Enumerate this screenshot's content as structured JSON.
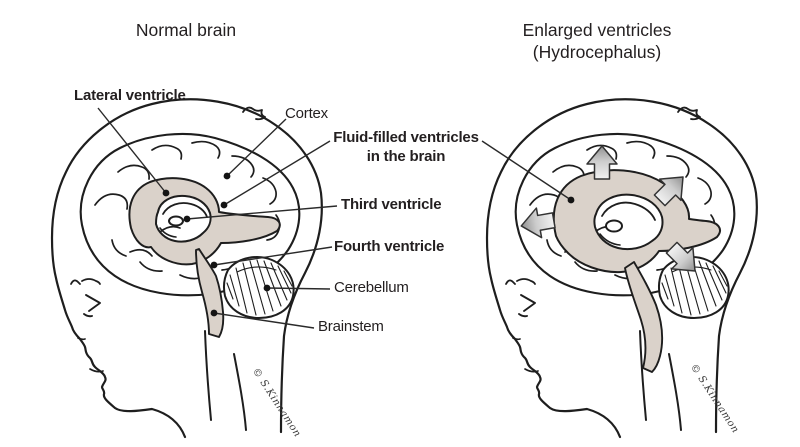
{
  "figure": {
    "type": "medical-illustration",
    "subject": "Normal brain vs enlarged ventricles (hydrocephalus) in a child, sagittal view",
    "background": "#ffffff",
    "ink": "#231f20",
    "ventricle_fill": "#dad2ca",
    "arrow_gray": "#929292"
  },
  "panels": {
    "left": {
      "title": "Normal brain",
      "signature": "© S.Kinnamon"
    },
    "right": {
      "title_line1": "Enlarged ventricles",
      "title_line2": "(Hydrocephalus)",
      "signature": "© S.Kinnamon"
    }
  },
  "labels": {
    "lateral_ventricle": "Lateral ventricle",
    "cortex": "Cortex",
    "fluid_filled_line1": "Fluid-filled ventricles",
    "fluid_filled_line2": "in the brain",
    "third_ventricle": "Third ventricle",
    "fourth_ventricle": "Fourth ventricle",
    "cerebellum": "Cerebellum",
    "brainstem": "Brainstem"
  }
}
